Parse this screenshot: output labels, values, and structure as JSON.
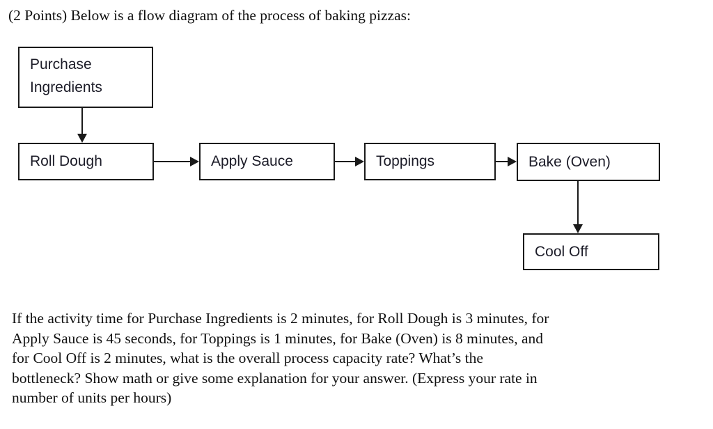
{
  "page": {
    "background": "#ffffff",
    "ink": "#1a1a1a",
    "text_color": "#111111"
  },
  "question": {
    "title": "(2 Points) Below is a flow diagram of the process of baking pizzas:",
    "body_lines": [
      "If the activity time for Purchase Ingredients is 2 minutes, for Roll Dough is 3 minutes, for",
      "Apply Sauce is 45 seconds, for Toppings is 1 minutes, for Bake (Oven) is 8 minutes, and",
      "for Cool Off is 2 minutes, what is the overall process capacity rate? What’s the",
      "bottleneck? Show math or give some explanation for your answer. (Express your rate in",
      "number of units per hours)"
    ]
  },
  "diagram": {
    "nodes": [
      {
        "id": "purchase-ingredients",
        "lines": [
          "Purchase",
          "Ingredients"
        ]
      },
      {
        "id": "roll-dough",
        "label": "Roll Dough"
      },
      {
        "id": "apply-sauce",
        "label": "Apply Sauce"
      },
      {
        "id": "toppings",
        "label": "Toppings"
      },
      {
        "id": "bake-oven",
        "label": "Bake (Oven)"
      },
      {
        "id": "cool-off",
        "label": "Cool Off"
      }
    ],
    "edges": [
      {
        "from": "purchase-ingredients",
        "to": "roll-dough",
        "direction": "down"
      },
      {
        "from": "roll-dough",
        "to": "apply-sauce",
        "direction": "right"
      },
      {
        "from": "apply-sauce",
        "to": "toppings",
        "direction": "right"
      },
      {
        "from": "toppings",
        "to": "bake-oven",
        "direction": "right"
      },
      {
        "from": "bake-oven",
        "to": "cool-off",
        "direction": "down"
      }
    ]
  }
}
